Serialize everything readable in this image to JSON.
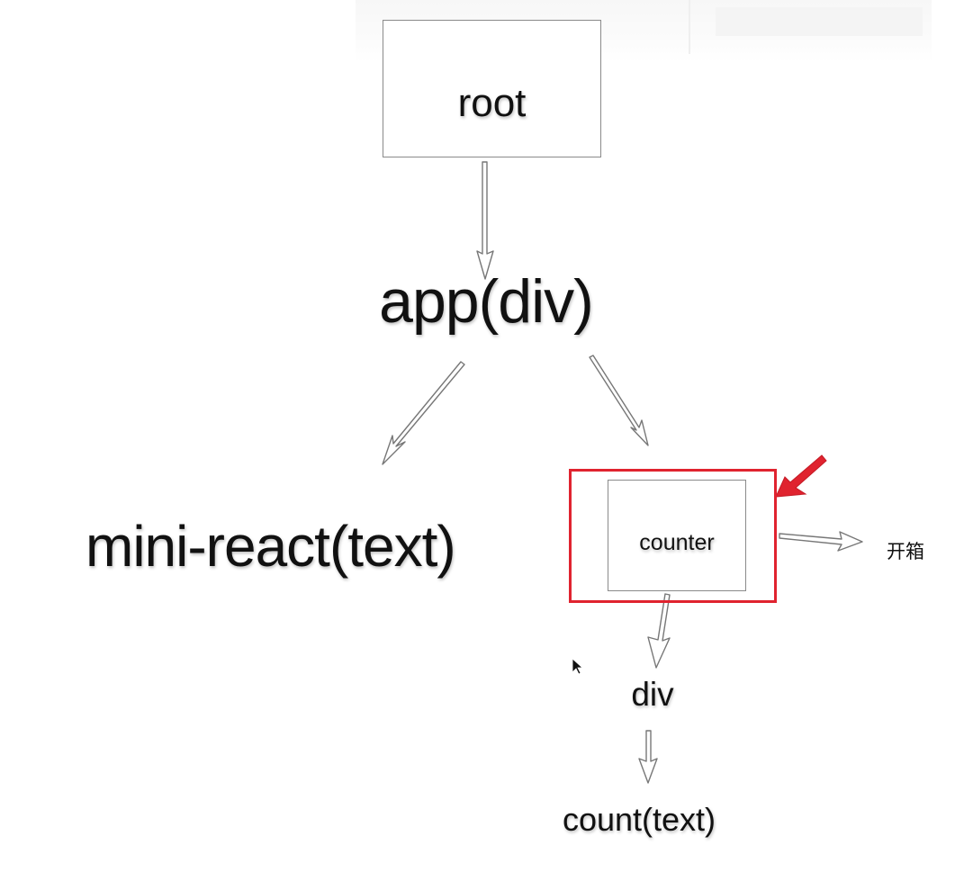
{
  "nodes": {
    "root": "root",
    "app": "app(div)",
    "mini_react": "mini-react(text)",
    "counter": "counter",
    "kaixiang": "开箱",
    "div": "div",
    "count": "count(text)"
  },
  "colors": {
    "highlight": "#e0232f",
    "box_border": "#8a8a8a",
    "arrow_stroke": "#777777",
    "text": "#111111"
  },
  "icons": [
    "mouse-pointer-icon",
    "red-annotation-arrow-icon"
  ]
}
